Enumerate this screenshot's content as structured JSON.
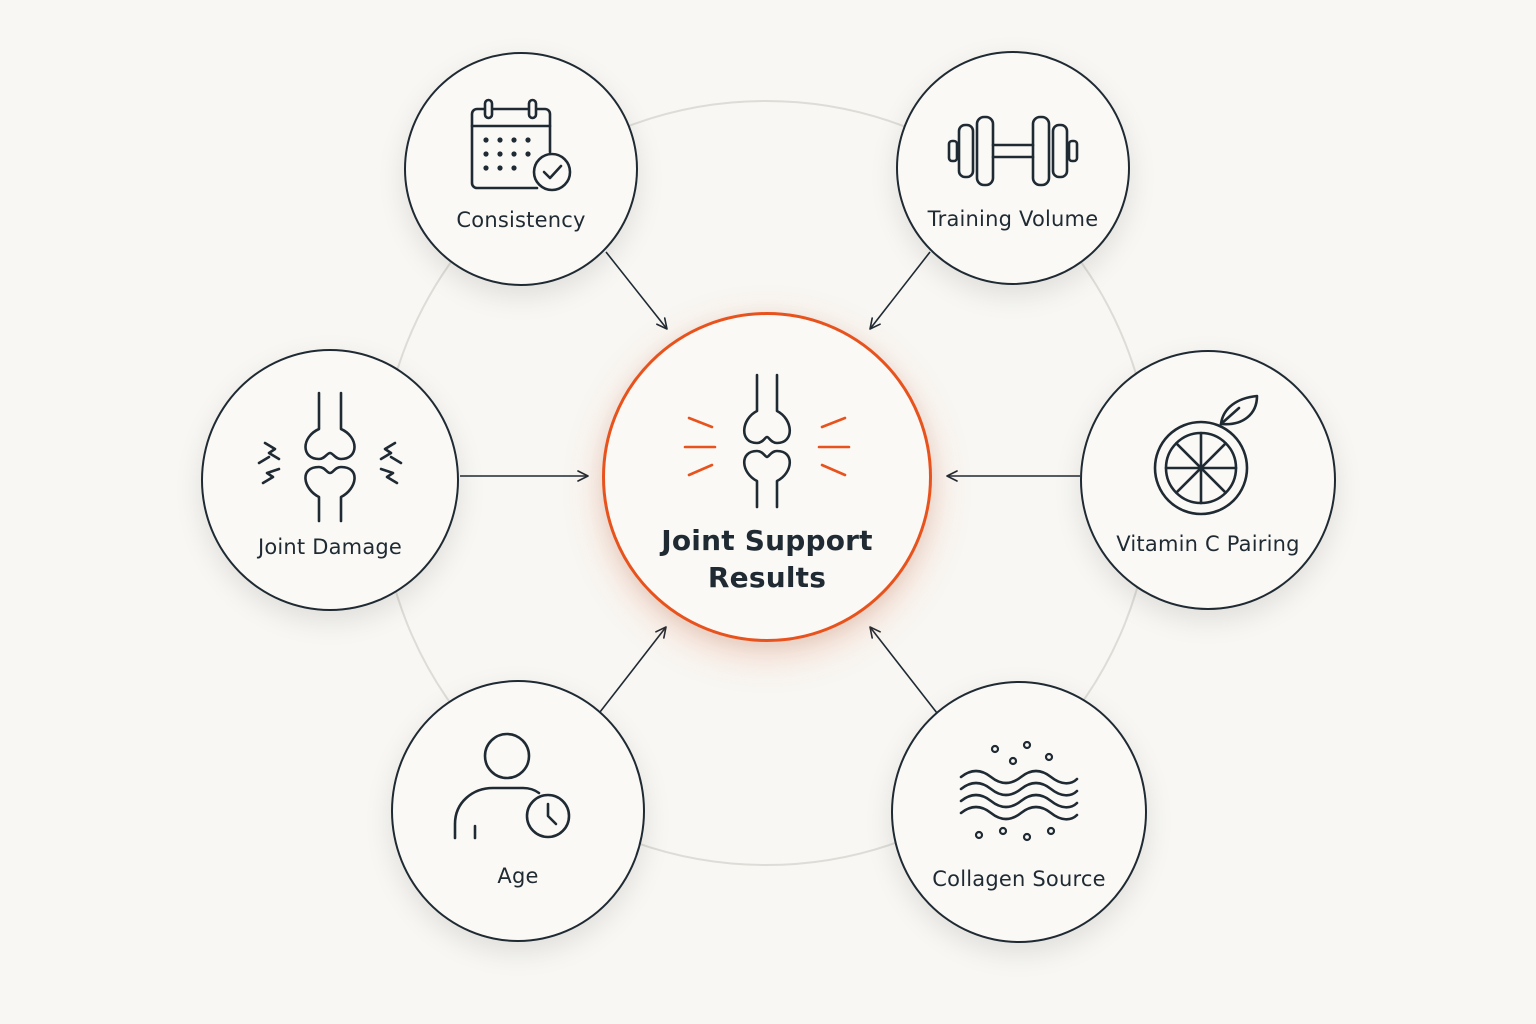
{
  "center": {
    "label_line1": "Joint Support",
    "label_line2": "Results",
    "icon": "knee-joint-icon"
  },
  "factors": [
    {
      "label": "Consistency",
      "icon": "calendar-check-icon"
    },
    {
      "label": "Training Volume",
      "icon": "dumbbell-icon"
    },
    {
      "label": "Joint Damage",
      "icon": "damaged-joint-icon"
    },
    {
      "label": "Vitamin C Pairing",
      "icon": "citrus-icon"
    },
    {
      "label": "Age",
      "icon": "person-clock-icon"
    },
    {
      "label": "Collagen Source",
      "icon": "collagen-fibers-icon"
    }
  ],
  "colors": {
    "accent": "#e8531d",
    "ink": "#1f2a33",
    "background": "#f8f7f3",
    "ring": "#dedcd6"
  }
}
